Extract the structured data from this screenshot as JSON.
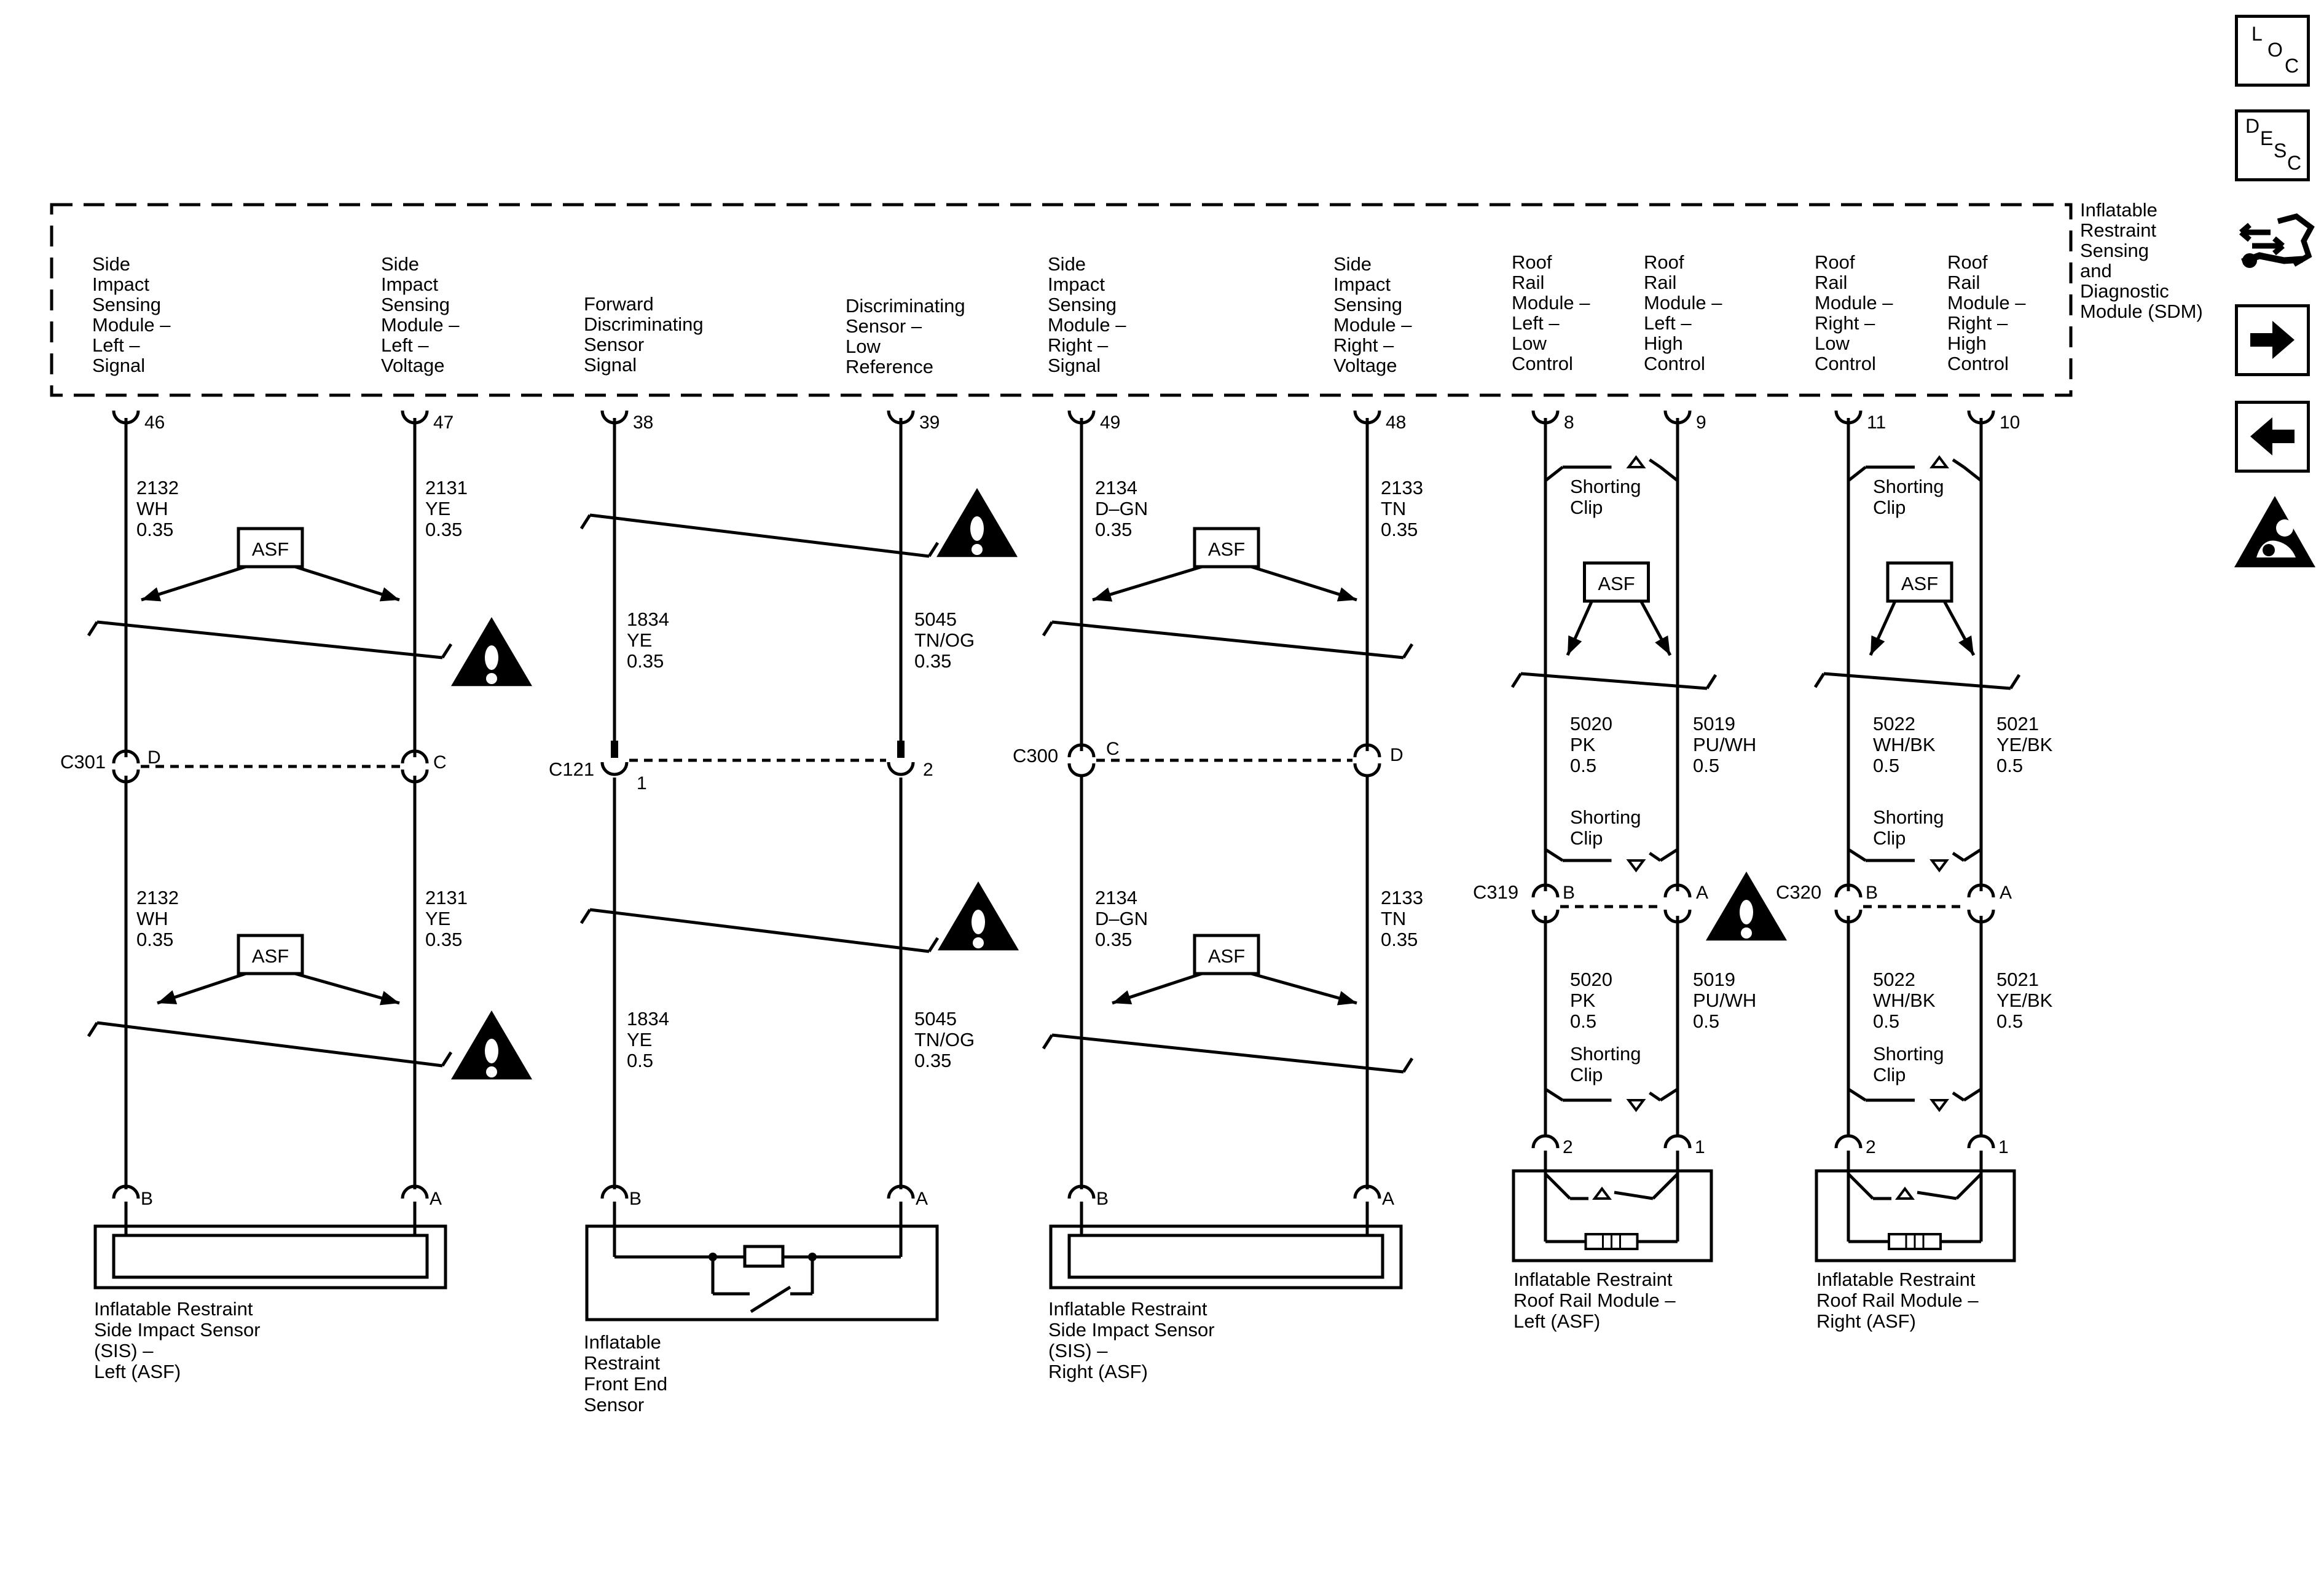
{
  "sdm": {
    "name_lines": [
      "Inflatable",
      "Restraint",
      "Sensing",
      "and",
      "Diagnostic",
      "Module (SDM)"
    ]
  },
  "columns": [
    {
      "id": "c46",
      "label_lines": [
        "Side",
        "Impact",
        "Sensing",
        "Module –",
        "Left –",
        "Signal"
      ],
      "pin": "46"
    },
    {
      "id": "c47",
      "label_lines": [
        "Side",
        "Impact",
        "Sensing",
        "Module –",
        "Left –",
        "Voltage"
      ],
      "pin": "47"
    },
    {
      "id": "c38",
      "label_lines": [
        "Forward",
        "Discriminating",
        "Sensor",
        "Signal"
      ],
      "pin": "38"
    },
    {
      "id": "c39",
      "label_lines": [
        "Discriminating",
        "Sensor –",
        "Low",
        "Reference"
      ],
      "pin": "39"
    },
    {
      "id": "c49",
      "label_lines": [
        "Side",
        "Impact",
        "Sensing",
        "Module –",
        "Right –",
        "Signal"
      ],
      "pin": "49"
    },
    {
      "id": "c48",
      "label_lines": [
        "Side",
        "Impact",
        "Sensing",
        "Module –",
        "Right –",
        "Voltage"
      ],
      "pin": "48"
    },
    {
      "id": "c8",
      "label_lines": [
        "Roof",
        "Rail",
        "Module –",
        "Left –",
        "Low",
        "Control"
      ],
      "pin": "8"
    },
    {
      "id": "c9",
      "label_lines": [
        "Roof",
        "Rail",
        "Module –",
        "Left –",
        "High",
        "Control"
      ],
      "pin": "9"
    },
    {
      "id": "c11",
      "label_lines": [
        "Roof",
        "Rail",
        "Module –",
        "Right –",
        "Low",
        "Control"
      ],
      "pin": "11"
    },
    {
      "id": "c10",
      "label_lines": [
        "Roof",
        "Rail",
        "Module –",
        "Right –",
        "High",
        "Control"
      ],
      "pin": "10"
    }
  ],
  "wires": {
    "w46a": [
      "2132",
      "WH",
      "0.35"
    ],
    "w47a": [
      "2131",
      "YE",
      "0.35"
    ],
    "w46b": [
      "2132",
      "WH",
      "0.35"
    ],
    "w47b": [
      "2131",
      "YE",
      "0.35"
    ],
    "w38a": [
      "1834",
      "YE",
      "0.35"
    ],
    "w39a": [
      "5045",
      "TN/OG",
      "0.35"
    ],
    "w38b": [
      "1834",
      "YE",
      "0.5"
    ],
    "w39b": [
      "5045",
      "TN/OG",
      "0.35"
    ],
    "w49a": [
      "2134",
      "D–GN",
      "0.35"
    ],
    "w48a": [
      "2133",
      "TN",
      "0.35"
    ],
    "w49b": [
      "2134",
      "D–GN",
      "0.35"
    ],
    "w48b": [
      "2133",
      "TN",
      "0.35"
    ],
    "w8a": [
      "5020",
      "PK",
      "0.5"
    ],
    "w9a": [
      "5019",
      "PU/WH",
      "0.5"
    ],
    "w8b": [
      "5020",
      "PK",
      "0.5"
    ],
    "w9b": [
      "5019",
      "PU/WH",
      "0.5"
    ],
    "w11a": [
      "5022",
      "WH/BK",
      "0.5"
    ],
    "w10a": [
      "5021",
      "YE/BK",
      "0.5"
    ],
    "w11b": [
      "5022",
      "WH/BK",
      "0.5"
    ],
    "w10b": [
      "5021",
      "YE/BK",
      "0.5"
    ]
  },
  "connectors": {
    "c301": {
      "name": "C301",
      "left_pin": "D",
      "right_pin": "C"
    },
    "c121": {
      "name": "C121",
      "left_pin": "1",
      "right_pin": "2"
    },
    "c300": {
      "name": "C300",
      "left_pin": "C",
      "right_pin": "D"
    },
    "c319": {
      "name": "C319",
      "left_pin": "B",
      "right_pin": "A"
    },
    "c320": {
      "name": "C320",
      "left_pin": "B",
      "right_pin": "A"
    }
  },
  "asf_label": "ASF",
  "shorting_clip_lines": [
    "Shorting",
    "Clip"
  ],
  "components": {
    "sis_left": {
      "name_lines": [
        "Inflatable Restraint",
        "Side Impact Sensor",
        "(SIS) –",
        "Left (ASF)"
      ],
      "pins": [
        "B",
        "A"
      ]
    },
    "front_sensor": {
      "name_lines": [
        "Inflatable",
        "Restraint",
        "Front End",
        "Sensor"
      ],
      "pins": [
        "B",
        "A"
      ]
    },
    "sis_right": {
      "name_lines": [
        "Inflatable Restraint",
        "Side Impact Sensor",
        "(SIS) –",
        "Right (ASF)"
      ],
      "pins": [
        "B",
        "A"
      ]
    },
    "roof_left": {
      "name_lines": [
        "Inflatable Restraint",
        "Roof Rail Module –",
        "Left (ASF)"
      ],
      "pins": [
        "2",
        "1"
      ]
    },
    "roof_right": {
      "name_lines": [
        "Inflatable Restraint",
        "Roof Rail Module –",
        "Right (ASF)"
      ],
      "pins": [
        "2",
        "1"
      ]
    }
  },
  "nav": {
    "loc_letters": [
      "L",
      "O",
      "C"
    ],
    "desc_letters": [
      "D",
      "E",
      "S",
      "C"
    ],
    "icons": [
      "component-views-icon",
      "next-page-icon",
      "previous-page-icon",
      "airbag-icon"
    ]
  }
}
